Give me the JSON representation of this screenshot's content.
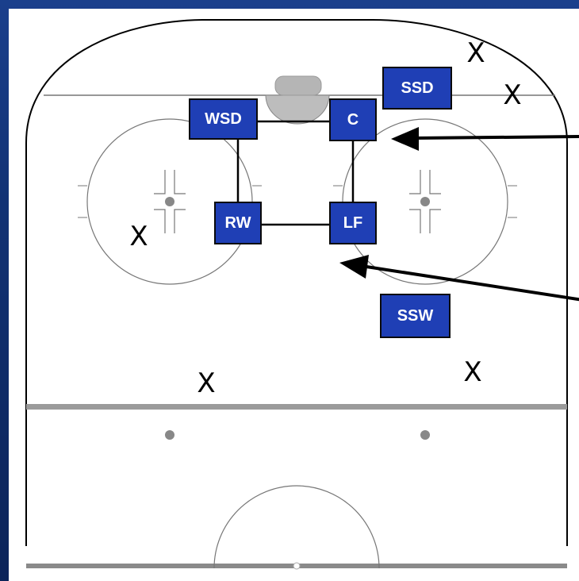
{
  "diagram": {
    "players": {
      "wsd": "WSD",
      "c": "C",
      "ssd": "SSD",
      "rw": "RW",
      "lf": "LF",
      "ssw": "SSW"
    },
    "opponent_marker": "X",
    "colors": {
      "player_fill": "#1f3fb5",
      "background": "#123274",
      "rink": "#ffffff"
    }
  }
}
